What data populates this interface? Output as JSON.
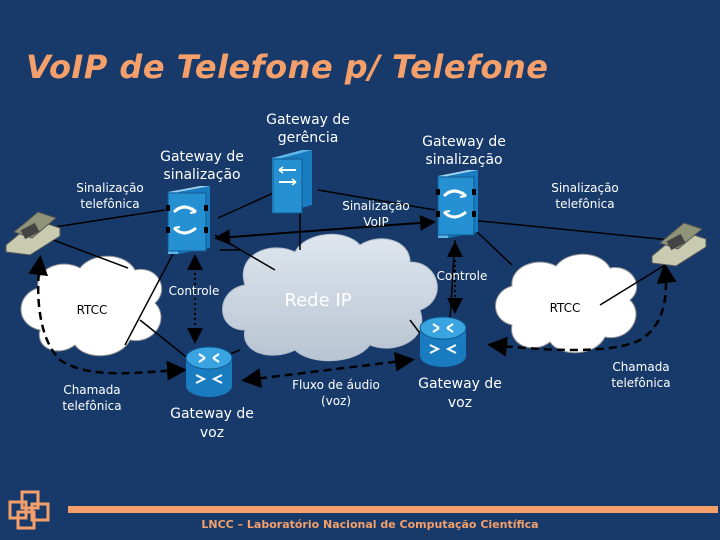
{
  "slide": {
    "title": "VoIP de Telefone p/ Telefone",
    "footer": "LNCC – Laboratório Nacional de Computação Científica"
  },
  "diagram": {
    "labels": {
      "gw_gerencia_1": "Gateway de",
      "gw_gerencia_2": "gerência",
      "gw_sinal_left_1": "Gateway de",
      "gw_sinal_left_2": "sinalização",
      "gw_sinal_right_1": "Gateway de",
      "gw_sinal_right_2": "sinalização",
      "sinal_tel_left_1": "Sinalização",
      "sinal_tel_left_2": "telefônica",
      "sinal_tel_right_1": "Sinalização",
      "sinal_tel_right_2": "telefônica",
      "sinal_voip_1": "Sinalização",
      "sinal_voip_2": "VoIP",
      "controle_left": "Controle",
      "controle_right": "Controle",
      "rtcc_left": "RTCC",
      "rtcc_right": "RTCC",
      "rede_ip": "Rede IP",
      "chamada_left_1": "Chamada",
      "chamada_left_2": "telefônica",
      "chamada_right_1": "Chamada",
      "chamada_right_2": "telefônica",
      "gw_voz_left_1": "Gateway de",
      "gw_voz_left_2": "voz",
      "gw_voz_right_1": "Gateway de",
      "gw_voz_right_2": "voz",
      "fluxo_1": "Fluxo de áudio",
      "fluxo_2": "(voz)"
    }
  },
  "colors": {
    "background": "#173a6b",
    "accent": "#f5a06a",
    "device_blue": "#1f8fd0",
    "cloud": "#ffffff",
    "cloud_ip": "#c9d4e0"
  },
  "icons": {
    "phone_left": "telephone-icon",
    "phone_right": "telephone-icon",
    "logo": "lncc-logo"
  }
}
